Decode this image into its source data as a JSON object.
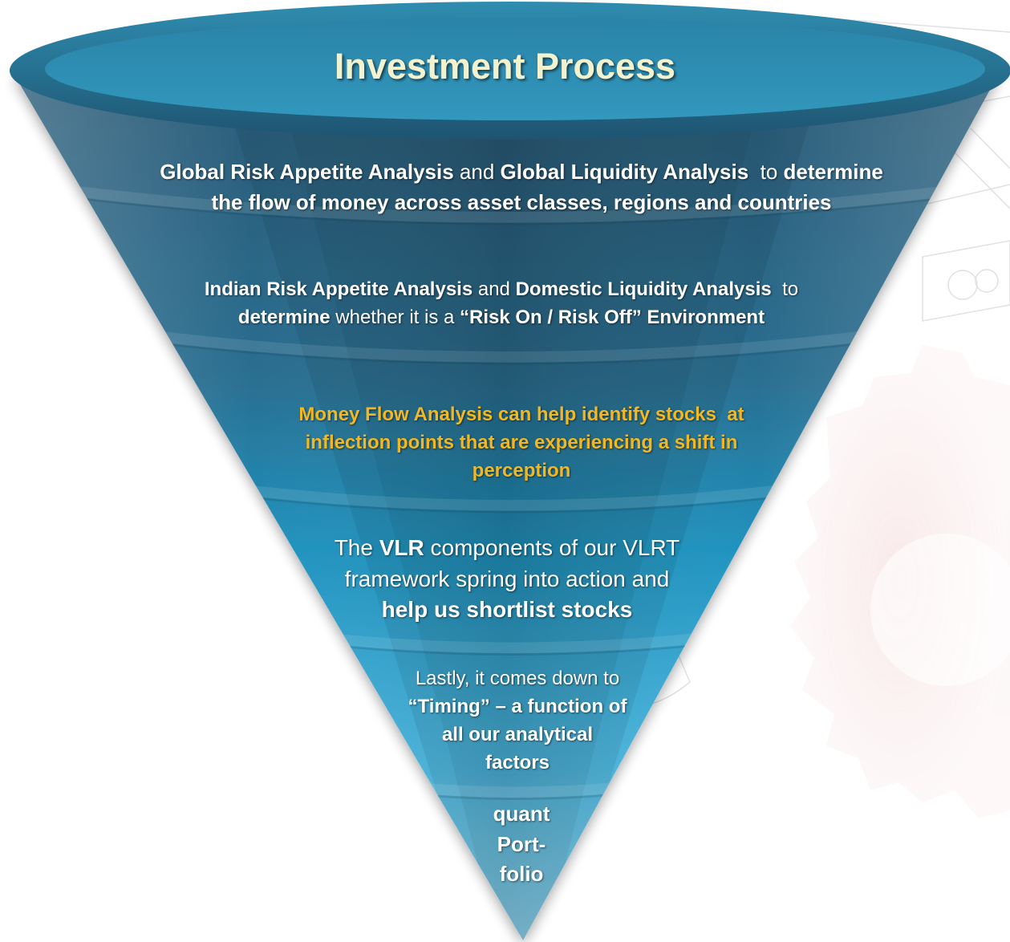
{
  "title": "Investment Process",
  "colors": {
    "title": "#f3f2cf",
    "highlight": "#f2b824",
    "text": "#ffffff",
    "rim_outer": "#23617f",
    "rim_inner": "#2e8fb1"
  },
  "stages": [
    {
      "lines": [
        [
          {
            "text": "Global Risk Appetite Analysis",
            "bold": true
          },
          {
            "text": " and ",
            "bold": false
          },
          {
            "text": "Global Liquidity Analysis",
            "bold": true
          },
          {
            "text": "  to ",
            "bold": false
          },
          {
            "text": "determine",
            "bold": true
          }
        ],
        [
          {
            "text": "the flow of money across asset classes, regions and countries",
            "bold": true
          }
        ]
      ]
    },
    {
      "lines": [
        [
          {
            "text": "Indian Risk Appetite Analysis",
            "bold": true
          },
          {
            "text": " and ",
            "bold": false
          },
          {
            "text": "Domestic Liquidity Analysis",
            "bold": true
          },
          {
            "text": "  to",
            "bold": false
          }
        ],
        [
          {
            "text": "determine",
            "bold": true
          },
          {
            "text": " whether it is a ",
            "bold": false
          },
          {
            "text": "“Risk On / Risk Off” Environment",
            "bold": true
          }
        ]
      ]
    },
    {
      "lines": [
        [
          {
            "text": "Money Flow Analysis can help identify stocks  at",
            "bold": true
          }
        ],
        [
          {
            "text": "inflection points that are experiencing a shift in",
            "bold": true
          }
        ],
        [
          {
            "text": "perception",
            "bold": true
          }
        ]
      ]
    },
    {
      "lines": [
        [
          {
            "text": "The ",
            "bold": false
          },
          {
            "text": "VLR",
            "bold": true
          },
          {
            "text": " components of our VLRT",
            "bold": false
          }
        ],
        [
          {
            "text": "framework spring into action and",
            "bold": false
          }
        ],
        [
          {
            "text": "help us shortlist stocks",
            "bold": true
          }
        ]
      ]
    },
    {
      "lines": [
        [
          {
            "text": "Lastly, it comes down to",
            "bold": false
          }
        ],
        [
          {
            "text": "“Timing” – a function of",
            "bold": true
          }
        ],
        [
          {
            "text": "all our analytical",
            "bold": true
          }
        ],
        [
          {
            "text": "factors",
            "bold": true
          }
        ]
      ]
    },
    {
      "lines": [
        [
          {
            "text": "quant",
            "bold": true
          }
        ],
        [
          {
            "text": "Port-",
            "bold": true
          }
        ],
        [
          {
            "text": "folio",
            "bold": true
          }
        ]
      ]
    }
  ]
}
